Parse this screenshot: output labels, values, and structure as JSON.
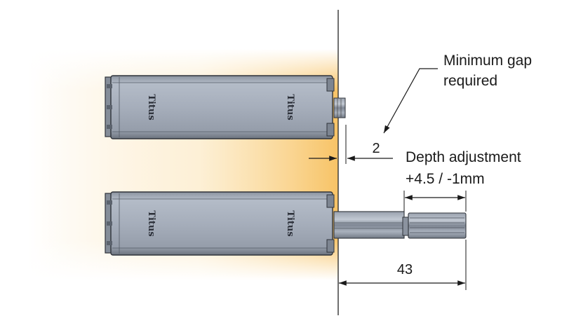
{
  "labels": {
    "min_gap_line1": "Minimum gap",
    "min_gap_line2": "required",
    "depth_line1": "Depth adjustment",
    "depth_line2": "+4.5 / -1mm"
  },
  "dimensions": {
    "gap": "2",
    "length": "43"
  },
  "brand": "Titus",
  "colors": {
    "body": "#a9b2bf",
    "body_dark": "#6f7784",
    "outline": "#2f333a",
    "glow": "#f7c56a",
    "wall": "#333333"
  }
}
